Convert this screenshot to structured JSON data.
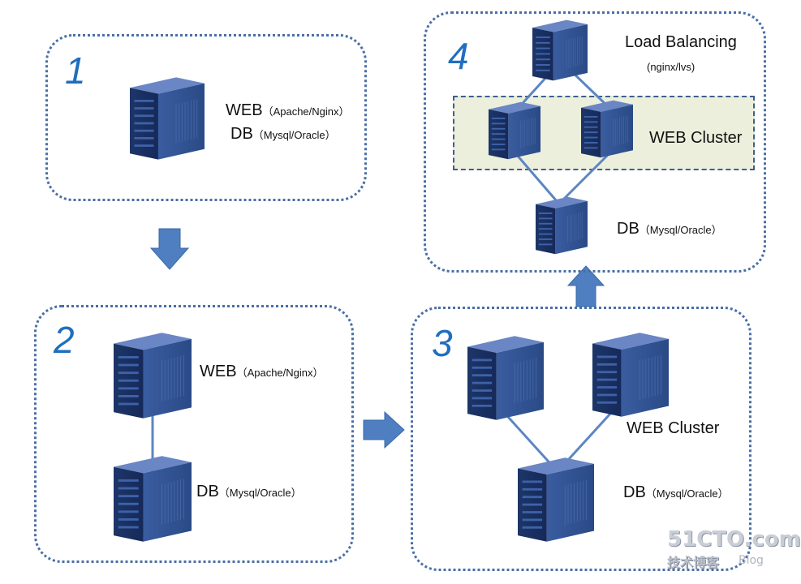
{
  "stages": [
    {
      "number": "1",
      "labels": [
        {
          "main": "WEB",
          "detail": "（Apache/Nginx）"
        },
        {
          "main": "DB",
          "detail": "（Mysql/Oracle）"
        }
      ]
    },
    {
      "number": "2",
      "labels": [
        {
          "main": "WEB",
          "detail": "（Apache/Nginx）"
        },
        {
          "main": "DB",
          "detail": "（Mysql/Oracle）"
        }
      ]
    },
    {
      "number": "3",
      "labels": [
        {
          "main": "WEB Cluster"
        },
        {
          "main": "DB",
          "detail": "（Mysql/Oracle）"
        }
      ]
    },
    {
      "number": "4",
      "labels": [
        {
          "main": "Load Balancing",
          "detail": "(nginx/lvs)"
        },
        {
          "main": "WEB Cluster"
        },
        {
          "main": "DB",
          "detail": "（Mysql/Oracle）"
        }
      ]
    }
  ],
  "colors": {
    "border": "#4a6fa5",
    "number": "#1f6fbf",
    "server_front": "#2d4d8c",
    "server_side": "#1f3a6e",
    "server_top": "#5a78b8",
    "arrow": "#4f7fc0",
    "cluster_bg": "#ecefdc"
  },
  "watermark": {
    "site": "51CTO.com",
    "tagline": "技术博客",
    "suffix": "Blog"
  }
}
